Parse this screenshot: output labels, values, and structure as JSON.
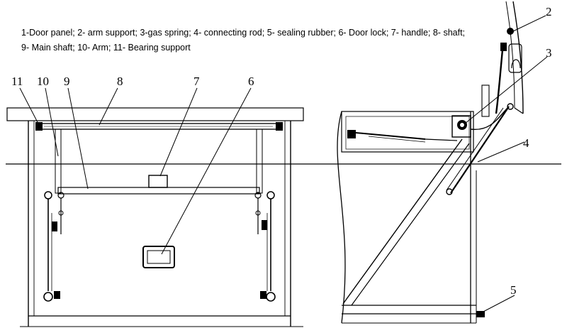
{
  "legend": {
    "line1": "1-Door panel; 2- arm support; 3-gas spring; 4- connecting rod; 5- sealing rubber; 6- Door lock; 7- handle; 8- shaft;",
    "line2": "9- Main shaft; 10- Arm; 11- Bearing support"
  },
  "callouts": [
    "2",
    "3",
    "4",
    "5",
    "6",
    "7",
    "8",
    "9",
    "10",
    "11"
  ]
}
